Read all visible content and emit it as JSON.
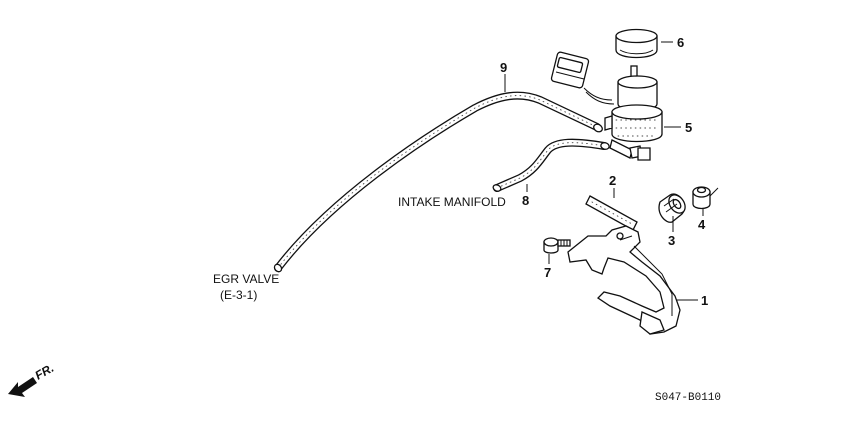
{
  "callouts": {
    "p1": "1",
    "p2": "2",
    "p3": "3",
    "p4": "4",
    "p5": "5",
    "p6": "6",
    "p7": "7",
    "p8": "8",
    "p9": "9"
  },
  "labels": {
    "intake_manifold": "INTAKE MANIFOLD",
    "egr_valve": "EGR VALVE",
    "egr_ref": "(E-3-1)",
    "front": "FR.",
    "diagram_code": "S047-B0110"
  }
}
